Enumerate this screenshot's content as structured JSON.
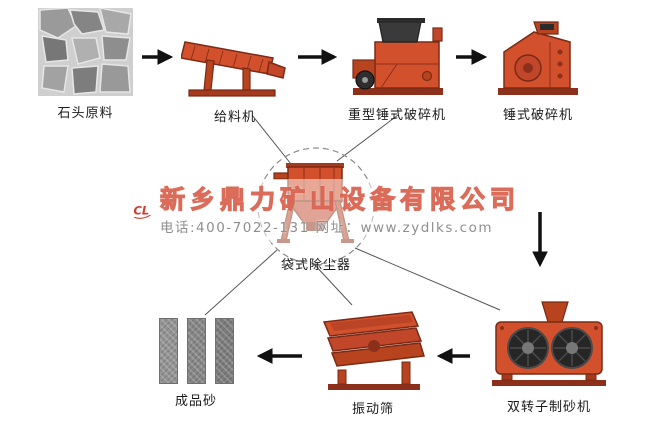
{
  "page": {
    "background": "#ffffff"
  },
  "diagram": {
    "nodes": [
      {
        "id": "stone-material",
        "label": "石头原料"
      },
      {
        "id": "feeder",
        "label": "给料机"
      },
      {
        "id": "heavy-hammer-crusher",
        "label": "重型锤式破碎机"
      },
      {
        "id": "hammer-crusher",
        "label": "锤式破碎机"
      },
      {
        "id": "bag-dust-collector",
        "label": "袋式除尘器"
      },
      {
        "id": "double-rotor-sand-maker",
        "label": "双转子制砂机"
      },
      {
        "id": "vibrating-screen",
        "label": "振动筛"
      },
      {
        "id": "finished-sand",
        "label": "成品砂"
      }
    ],
    "flow": [
      "石头原料 → 给料机",
      "给料机 → 重型锤式破碎机",
      "重型锤式破碎机 → 锤式破碎机",
      "锤式破碎机 → 双转子制砂机",
      "双转子制砂机 → 振动筛",
      "振动筛 → 成品砂"
    ],
    "dust_collector_links": [
      "给料机",
      "重型锤式破碎机",
      "成品砂",
      "振动筛",
      "双转子制砂机"
    ]
  },
  "watermark": {
    "logo_text": "CL",
    "company": "新乡鼎力矿山设备有限公司",
    "contact": "电话:400-7022-131 网址：www.zydlks.com"
  },
  "colors": {
    "machine_orange": "#d3502c",
    "machine_dark": "#8c2f1b",
    "arrow": "#111111",
    "watermark_red": "#d5543e",
    "contact_gray": "#8f8f8f"
  }
}
